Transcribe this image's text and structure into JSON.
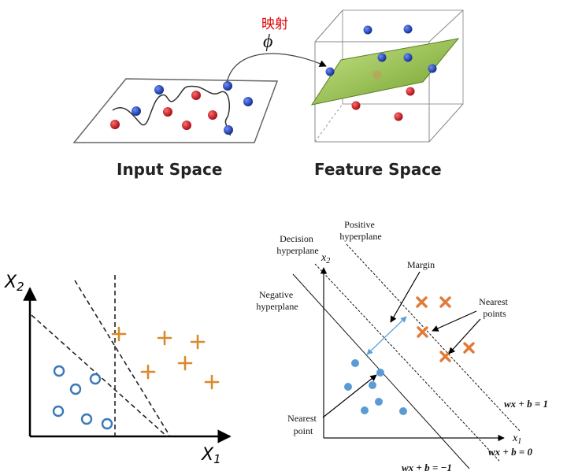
{
  "mapping": {
    "label_cn": "映射",
    "symbol": "ϕ"
  },
  "captions": {
    "input_space": "Input Space",
    "feature_space": "Feature Space"
  },
  "left_plot": {
    "y_axis": "X2",
    "x_axis": "X1"
  },
  "right_plot": {
    "y_axis": "x2",
    "x_axis": "x1",
    "decision_hyperplane": [
      "Decision",
      "hyperplane"
    ],
    "positive_hyperplane": [
      "Positive",
      "hyperplane"
    ],
    "negative_hyperplane": [
      "Negative",
      "hyperplane"
    ],
    "margin": "Margin",
    "nearest_points": [
      "Nearest",
      "points"
    ],
    "nearest_point": [
      "Nearest",
      "point"
    ],
    "eq_positive": "wx + b = 1",
    "eq_zero": "wx + b = 0",
    "eq_negative": "wx + b = −1"
  },
  "colors": {
    "red_point": "#c0141c",
    "blue_point": "#1f3fb0",
    "plane": "#8fbf3a",
    "circle": "#3a78b8",
    "plus": "#d98a2c",
    "cross": "#e07b39",
    "dot": "#5b9bd5",
    "mapping_label": "#e00000",
    "margin_arrow": "#5aa0d8"
  }
}
